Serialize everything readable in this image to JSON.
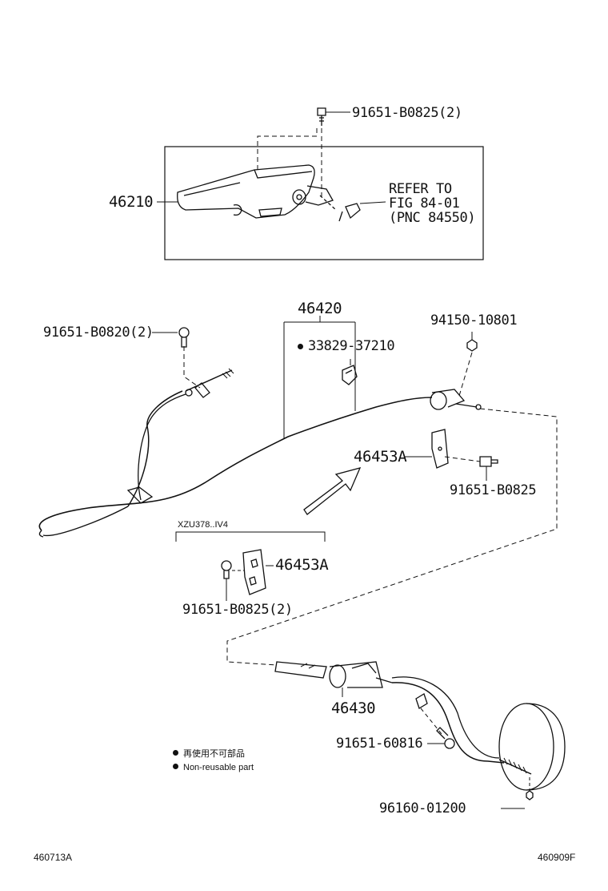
{
  "parts": {
    "p_bolt_top": "91651-B0825(2)",
    "p_lever": "46210",
    "refer_line1": "REFER TO",
    "refer_line2": "FIG 84-01",
    "refer_line3": "(PNC 84550)",
    "p_cable_front": "46420",
    "p_bolt_left": "91651-B0820(2)",
    "p_clip": "33829-37210",
    "p_nut": "94150-10801",
    "p_bracket_a": "46453A",
    "p_bolt_right": "91651-B0825",
    "variant_label": "XZU378..IV4",
    "p_bracket_b": "46453A",
    "p_bolt_pair": "91651-B0825(2)",
    "p_cable_rear": "46430",
    "p_bolt_rear": "91651-60816",
    "p_nut_rear": "96160-01200"
  },
  "legend": {
    "jp": "再使用不可部品",
    "en": "Non-reusable part"
  },
  "footer": {
    "left_code": "460713A",
    "right_code": "460909F"
  }
}
